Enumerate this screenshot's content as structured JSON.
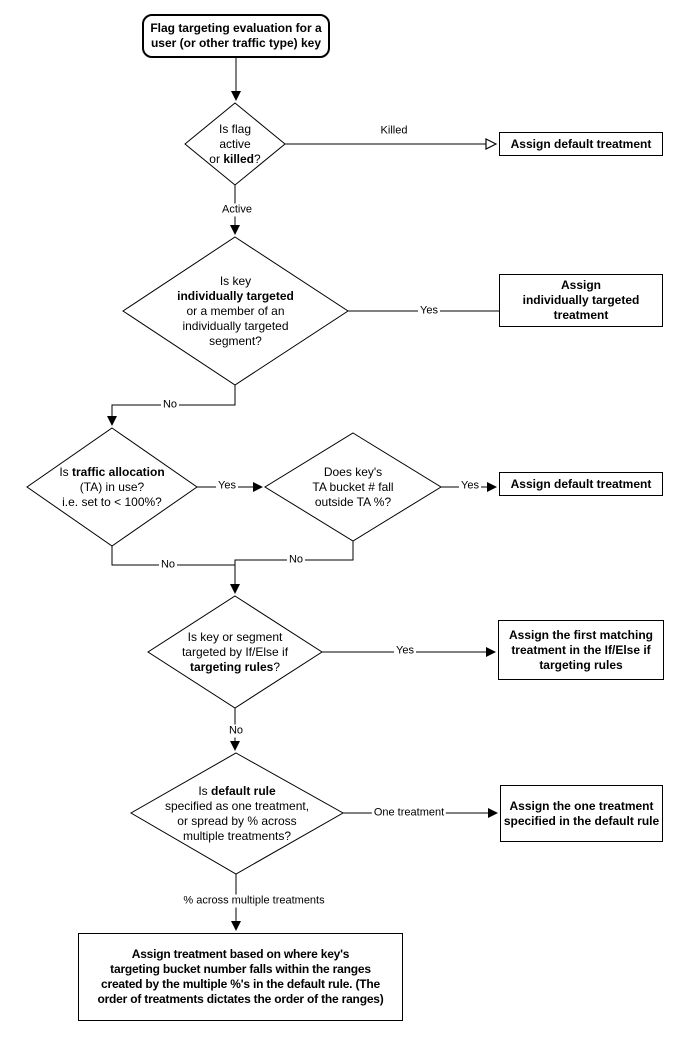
{
  "diagram": {
    "type": "flowchart",
    "colors": {
      "background": "#ffffff",
      "stroke": "#000000",
      "node_fill": "#ffffff",
      "text": "#000000"
    },
    "nodes": {
      "start": {
        "shape": "rounded-rect",
        "segments": [
          {
            "t": "Flag targeting evaluation for a\nuser (or other traffic type) key",
            "b": true
          }
        ]
      },
      "d1": {
        "shape": "decision",
        "segments": [
          {
            "t": "Is flag\nactive\nor ",
            "b": false
          },
          {
            "t": "killed",
            "b": true
          },
          {
            "t": "?",
            "b": false
          }
        ]
      },
      "box_default_1": {
        "shape": "rect",
        "segments": [
          {
            "t": "Assign default treatment",
            "b": true
          }
        ]
      },
      "d2": {
        "shape": "decision",
        "segments": [
          {
            "t": "Is key\n",
            "b": false
          },
          {
            "t": "individually targeted",
            "b": true
          },
          {
            "t": "\nor a member of an\nindividually targeted\nsegment?",
            "b": false
          }
        ]
      },
      "box_individual": {
        "shape": "rect",
        "segments": [
          {
            "t": "Assign\nindividually targeted\ntreatment",
            "b": true
          }
        ]
      },
      "d3": {
        "shape": "decision",
        "segments": [
          {
            "t": "Is ",
            "b": false
          },
          {
            "t": "traffic allocation",
            "b": true
          },
          {
            "t": "\n(TA) in use?\ni.e. set to < 100%?",
            "b": false
          }
        ]
      },
      "d4": {
        "shape": "decision",
        "segments": [
          {
            "t": "Does key's\nTA bucket # fall\noutside TA %?",
            "b": false
          }
        ]
      },
      "box_default_2": {
        "shape": "rect",
        "segments": [
          {
            "t": "Assign default treatment",
            "b": true
          }
        ]
      },
      "d5": {
        "shape": "decision",
        "segments": [
          {
            "t": "Is key or segment\ntargeted by If/Else if\n",
            "b": false
          },
          {
            "t": "targeting rules",
            "b": true
          },
          {
            "t": "?",
            "b": false
          }
        ]
      },
      "box_first_match": {
        "shape": "rect",
        "segments": [
          {
            "t": "Assign the first matching\ntreatment in the If/Else if\ntargeting rules",
            "b": true
          }
        ]
      },
      "d6": {
        "shape": "decision",
        "segments": [
          {
            "t": "Is ",
            "b": false
          },
          {
            "t": "default rule",
            "b": true
          },
          {
            "t": "\nspecified as one treatment,\nor spread by % across\nmultiple treatments?",
            "b": false
          }
        ]
      },
      "box_one_treatment": {
        "shape": "rect",
        "segments": [
          {
            "t": "Assign the one treatment\nspecified in the default rule",
            "b": true
          }
        ]
      },
      "box_ranges": {
        "shape": "rect",
        "segments": [
          {
            "t": "Assign treatment based on where key's\ntargeting bucket number falls within the ranges\ncreated by the multiple %'s in the default rule. (The\norder of treatments dictates the order of the ranges)",
            "b": true
          }
        ]
      }
    },
    "edge_labels": {
      "killed": "Killed",
      "active": "Active",
      "yes_individual": "Yes",
      "no_individual": "No",
      "yes_ta": "Yes",
      "yes_outside": "Yes",
      "no_ta": "No",
      "no_outside": "No",
      "yes_rules": "Yes",
      "no_rules": "No",
      "one_treatment": "One treatment",
      "pct_across": "% across multiple treatments"
    }
  }
}
